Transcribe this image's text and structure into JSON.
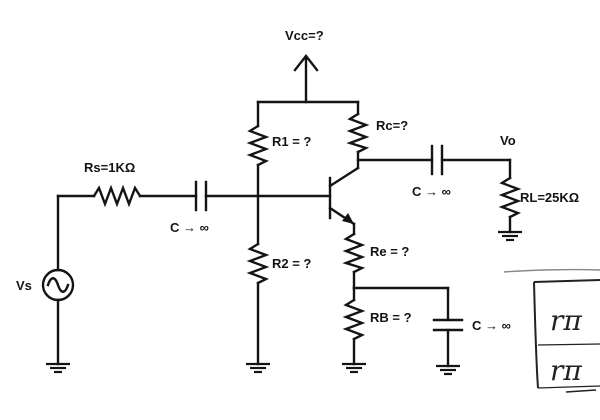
{
  "labels": {
    "vcc": "Vcc=?",
    "r1": "R1 = ?",
    "rc": "Rc=?",
    "rs": "Rs=1KΩ",
    "c_in": "C → ∞",
    "c_out": "C → ∞",
    "c_bypass": "C → ∞",
    "r2": "R2 = ?",
    "re": "Re = ?",
    "rb": "RB = ?",
    "rl": "RL=25KΩ",
    "vs": "Vs",
    "vo": "Vo"
  },
  "note": {
    "line1": "rπ",
    "line2": "rπ"
  }
}
